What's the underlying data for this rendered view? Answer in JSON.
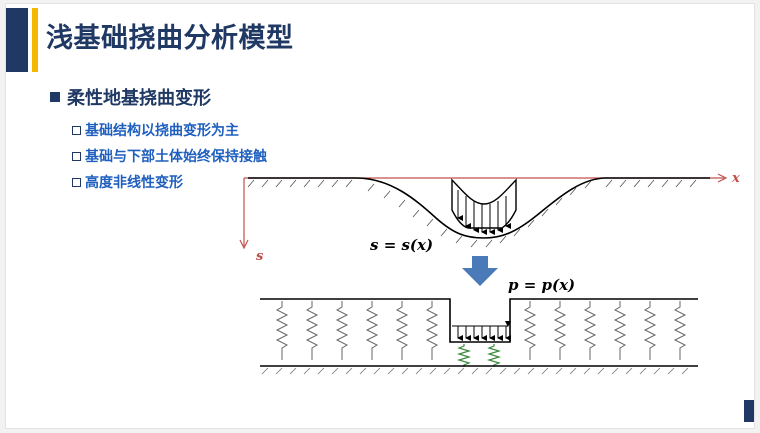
{
  "slide": {
    "title": "浅基础挠曲分析模型",
    "main_bullet": "柔性地基挠曲变形",
    "sub_bullets": [
      "基础结构以挠曲变形为主",
      "基础与下部土体始终保持接触",
      "高度非线性变形"
    ]
  },
  "diagram": {
    "x_axis_label": "x",
    "s_axis_label": "s",
    "settlement_eq_lhs": "s",
    "settlement_eq_rhs": "s(x)",
    "pressure_eq_lhs": "p",
    "pressure_eq_rhs": "p(x)",
    "colors": {
      "axis_red": "#c0504d",
      "arrow_blue": "#4a7ab8",
      "spring_green": "#3c8a3c",
      "navy": "#1f3864",
      "gold": "#f5b800"
    }
  }
}
